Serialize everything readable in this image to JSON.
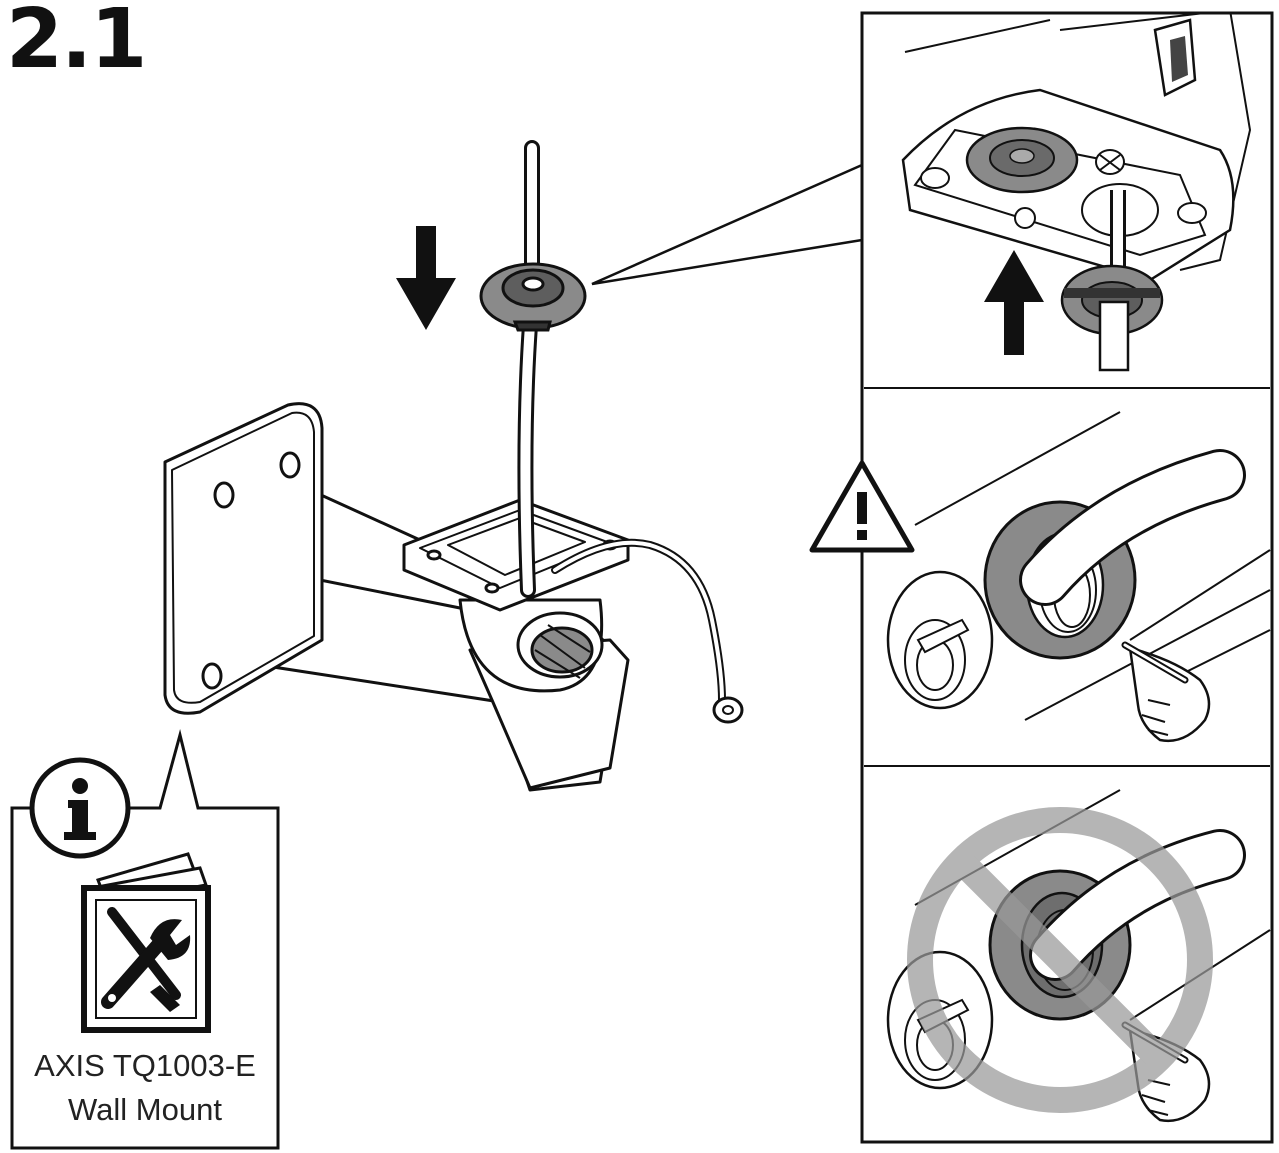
{
  "step": {
    "number": "2.1"
  },
  "info_box": {
    "product_model": "AXIS  TQ1003-E",
    "product_name": "Wall Mount"
  },
  "icons": {
    "main": "wall-mount-bracket-with-cable",
    "push_down": "arrow-down-icon",
    "push_up": "arrow-up-icon",
    "warning": "warning-triangle-icon",
    "info": "info-icon",
    "manual": "tools-manual-icon",
    "prohibited": "prohibited-icon"
  },
  "colors": {
    "line": "#111111",
    "gasket_fill": "#8a8a8a",
    "prohibited_ring": "#999999",
    "background": "#ffffff"
  }
}
